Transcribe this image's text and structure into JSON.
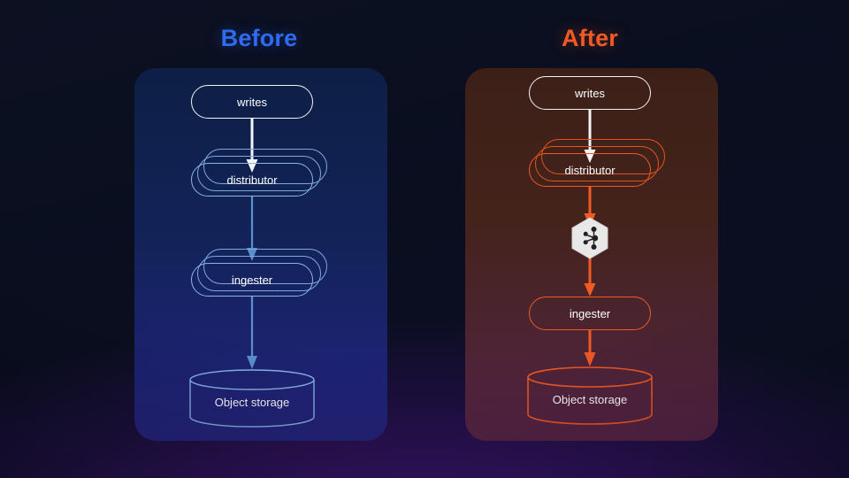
{
  "colors": {
    "before_accent": "#2f6bf0",
    "after_accent": "#f05a24",
    "before_panel_top": "#0d1f45",
    "before_panel_bottom": "#262480",
    "after_panel_top": "#3c2017",
    "after_panel_bottom": "#5a2448",
    "before_stroke": "#8ab6e8",
    "after_stroke": "#f05a24",
    "white_stroke": "#f2f4f8",
    "page_background": "#0b1020",
    "page_glow": "#5b1f97",
    "hex_fill": "#e8e8e8",
    "hex_mark": "#231f20"
  },
  "columns": [
    {
      "id": "before",
      "title": "Before",
      "nodes": {
        "writes": "writes",
        "distributor": "distributor",
        "ingester": "ingester",
        "object_storage": "Object storage"
      },
      "stack_count": 3,
      "has_kafka": false
    },
    {
      "id": "after",
      "title": "After",
      "nodes": {
        "writes": "writes",
        "distributor": "distributor",
        "kafka": "kafka-logo",
        "ingester": "ingester",
        "object_storage": "Object storage"
      },
      "stack_count": 3,
      "has_kafka": true
    }
  ],
  "icons": {
    "kafka": "kafka-hexagon-icon",
    "arrow": "arrow-down-icon",
    "cylinder": "database-cylinder-icon"
  }
}
